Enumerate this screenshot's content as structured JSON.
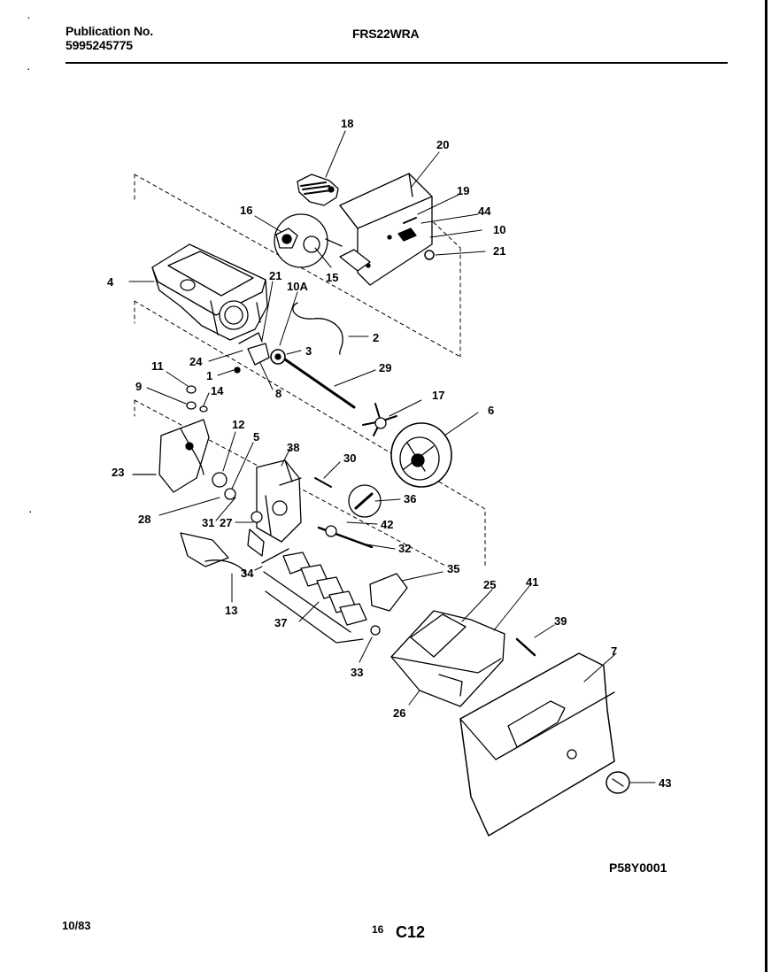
{
  "header": {
    "publication_label": "Publication No.",
    "publication_number": "5995245775",
    "model": "FRS22WRA"
  },
  "footer": {
    "date": "10/83",
    "page_number": "16",
    "section": "C12",
    "drawing_code": "P58Y0001"
  },
  "callouts": [
    {
      "id": "c18",
      "text": "18"
    },
    {
      "id": "c20",
      "text": "20"
    },
    {
      "id": "c19",
      "text": "19"
    },
    {
      "id": "c44",
      "text": "44"
    },
    {
      "id": "c10",
      "text": "10"
    },
    {
      "id": "c16",
      "text": "16"
    },
    {
      "id": "c21a",
      "text": "21"
    },
    {
      "id": "c15",
      "text": "15"
    },
    {
      "id": "c4",
      "text": "4"
    },
    {
      "id": "c21b",
      "text": "21"
    },
    {
      "id": "c10a",
      "text": "10A"
    },
    {
      "id": "c2",
      "text": "2"
    },
    {
      "id": "c3",
      "text": "3"
    },
    {
      "id": "c24",
      "text": "24"
    },
    {
      "id": "c1",
      "text": "1"
    },
    {
      "id": "c8",
      "text": "8"
    },
    {
      "id": "c29",
      "text": "29"
    },
    {
      "id": "c11",
      "text": "11"
    },
    {
      "id": "c9",
      "text": "9"
    },
    {
      "id": "c14",
      "text": "14"
    },
    {
      "id": "c17",
      "text": "17"
    },
    {
      "id": "c6",
      "text": "6"
    },
    {
      "id": "c12",
      "text": "12"
    },
    {
      "id": "c5",
      "text": "5"
    },
    {
      "id": "c38",
      "text": "38"
    },
    {
      "id": "c30",
      "text": "30"
    },
    {
      "id": "c23",
      "text": "23"
    },
    {
      "id": "c36",
      "text": "36"
    },
    {
      "id": "c28",
      "text": "28"
    },
    {
      "id": "c31",
      "text": "31"
    },
    {
      "id": "c27",
      "text": "27"
    },
    {
      "id": "c42",
      "text": "42"
    },
    {
      "id": "c32",
      "text": "32"
    },
    {
      "id": "c35",
      "text": "35"
    },
    {
      "id": "c34",
      "text": "34"
    },
    {
      "id": "c25",
      "text": "25"
    },
    {
      "id": "c41",
      "text": "41"
    },
    {
      "id": "c13",
      "text": "13"
    },
    {
      "id": "c37",
      "text": "37"
    },
    {
      "id": "c39",
      "text": "39"
    },
    {
      "id": "c7",
      "text": "7"
    },
    {
      "id": "c33",
      "text": "33"
    },
    {
      "id": "c26",
      "text": "26"
    },
    {
      "id": "c43",
      "text": "43"
    }
  ]
}
